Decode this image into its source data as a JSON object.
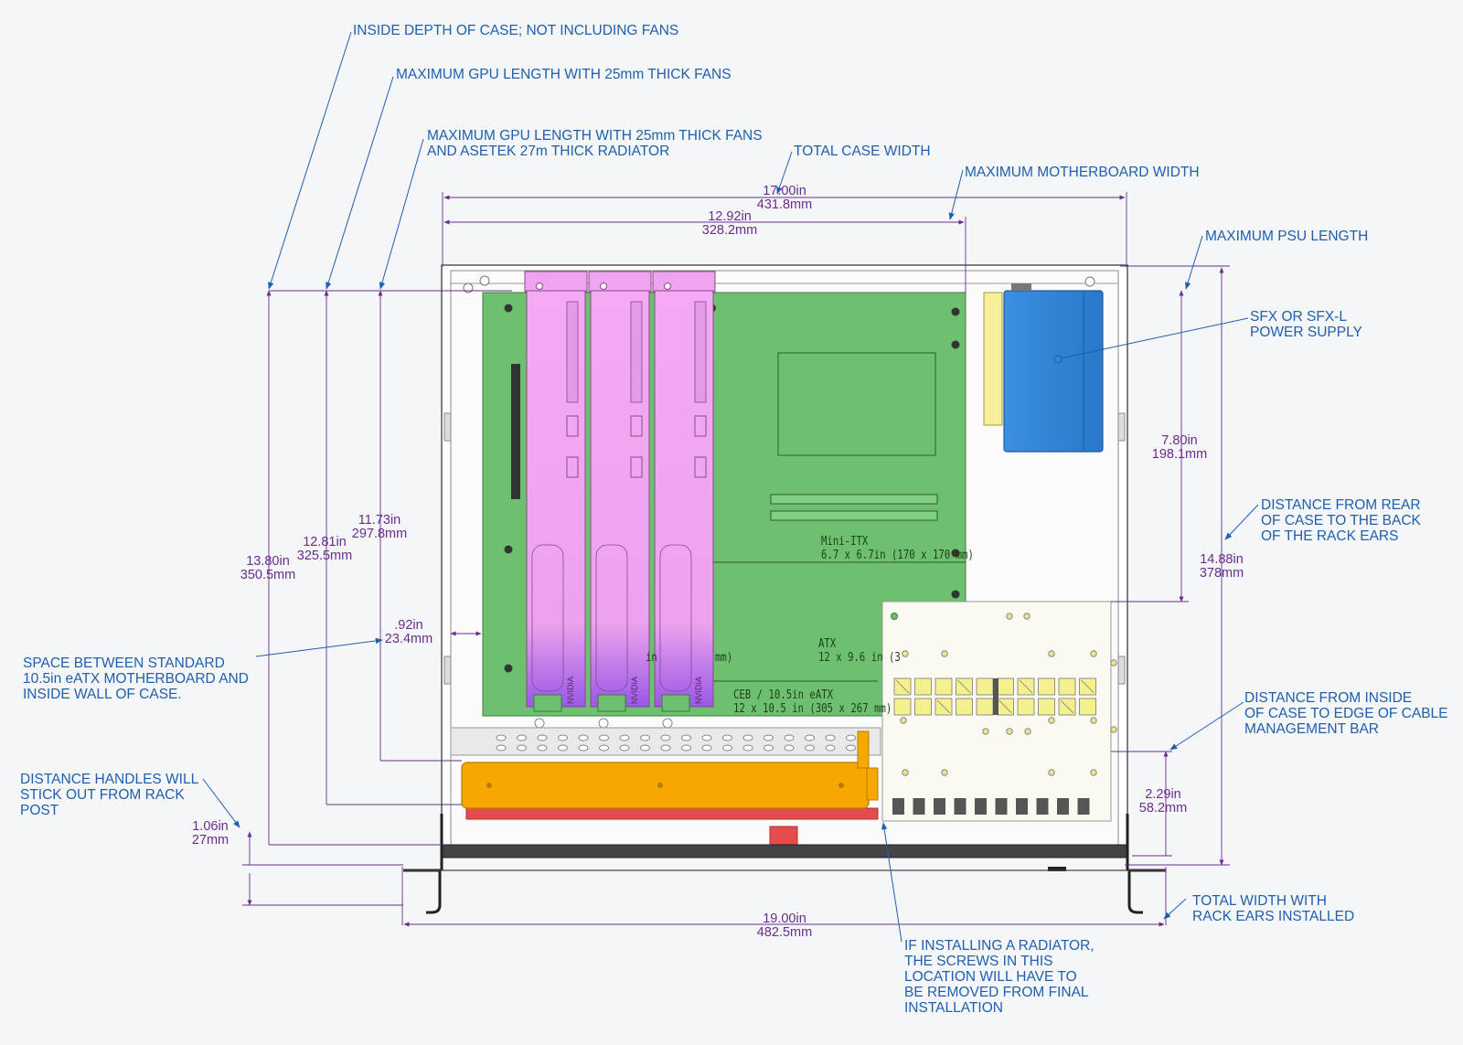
{
  "colors": {
    "note": "#1f5fae",
    "dimension": "#6a2c8e",
    "motherboard": "#6cc070",
    "gpu": "#f0a6f0",
    "psu": "#2f86d8",
    "radiator": "#f6a800",
    "fans": "#e74c4c",
    "panel": "#fafaf2"
  },
  "notes": {
    "inside_depth": "INSIDE DEPTH OF CASE; NOT INCLUDING FANS",
    "gpu_fans": "MAXIMUM GPU LENGTH WITH 25mm THICK FANS",
    "gpu_radiator_1": "MAXIMUM GPU LENGTH WITH 25mm THICK FANS",
    "gpu_radiator_2": "AND ASETEK 27m THICK RADIATOR",
    "total_case_width": "TOTAL CASE WIDTH",
    "max_mb_width": "MAXIMUM MOTHERBOARD WIDTH",
    "max_psu_length": "MAXIMUM PSU LENGTH",
    "sfx_1": "SFX OR SFX-L",
    "sfx_2": "POWER SUPPLY",
    "rear_1": "DISTANCE FROM REAR",
    "rear_2": "OF CASE TO THE BACK",
    "rear_3": "OF THE RACK EARS",
    "space_1": "SPACE BETWEEN STANDARD",
    "space_2": "10.5in eATX MOTHERBOARD AND",
    "space_3": "INSIDE WALL OF CASE.",
    "cable_1": "DISTANCE FROM INSIDE",
    "cable_2": "OF CASE TO EDGE OF CABLE",
    "cable_3": "MANAGEMENT BAR",
    "handles_1": "DISTANCE HANDLES WILL",
    "handles_2": "STICK OUT FROM RACK",
    "handles_3": "POST",
    "total_rack_1": "TOTAL WIDTH WITH",
    "total_rack_2": "RACK EARS INSTALLED",
    "radiator_1": "IF INSTALLING A RADIATOR,",
    "radiator_2": "THE SCREWS IN THIS",
    "radiator_3": "LOCATION WILL HAVE TO",
    "radiator_4": "BE REMOVED FROM FINAL",
    "radiator_5": "INSTALLATION"
  },
  "dimensions": {
    "case_width": {
      "in": "17.00in",
      "mm": "431.8mm"
    },
    "mb_width": {
      "in": "12.92in",
      "mm": "328.2mm"
    },
    "inside_depth": {
      "in": "13.80in",
      "mm": "350.5mm"
    },
    "gpu_fans": {
      "in": "12.81in",
      "mm": "325.5mm"
    },
    "gpu_radiator": {
      "in": "11.73in",
      "mm": "297.8mm"
    },
    "mb_gap": {
      "in": ".92in",
      "mm": "23.4mm"
    },
    "psu_length": {
      "in": "7.80in",
      "mm": "198.1mm"
    },
    "rear_to_ears": {
      "in": "14.88in",
      "mm": "378mm"
    },
    "cable_bar": {
      "in": "2.29in",
      "mm": "58.2mm"
    },
    "handles": {
      "in": "1.06in",
      "mm": "27mm"
    },
    "rack_width": {
      "in": "19.00in",
      "mm": "482.5mm"
    }
  },
  "motherboard": {
    "miniitx_1": "Mini-ITX",
    "miniitx_2": "6.7 x 6.7in (170 x 170 mm)",
    "atx_1": "ATX",
    "atx_2": "12 x 9.6 in (3",
    "ceb_1": "CEB / 10.5in eATX",
    "ceb_2": "12 x 10.5 in (305 x 267 mm)",
    "frag_in": "in",
    "frag_mm": "mm)"
  },
  "gpu": {
    "brand": "NVIDIA",
    "count": 3
  }
}
